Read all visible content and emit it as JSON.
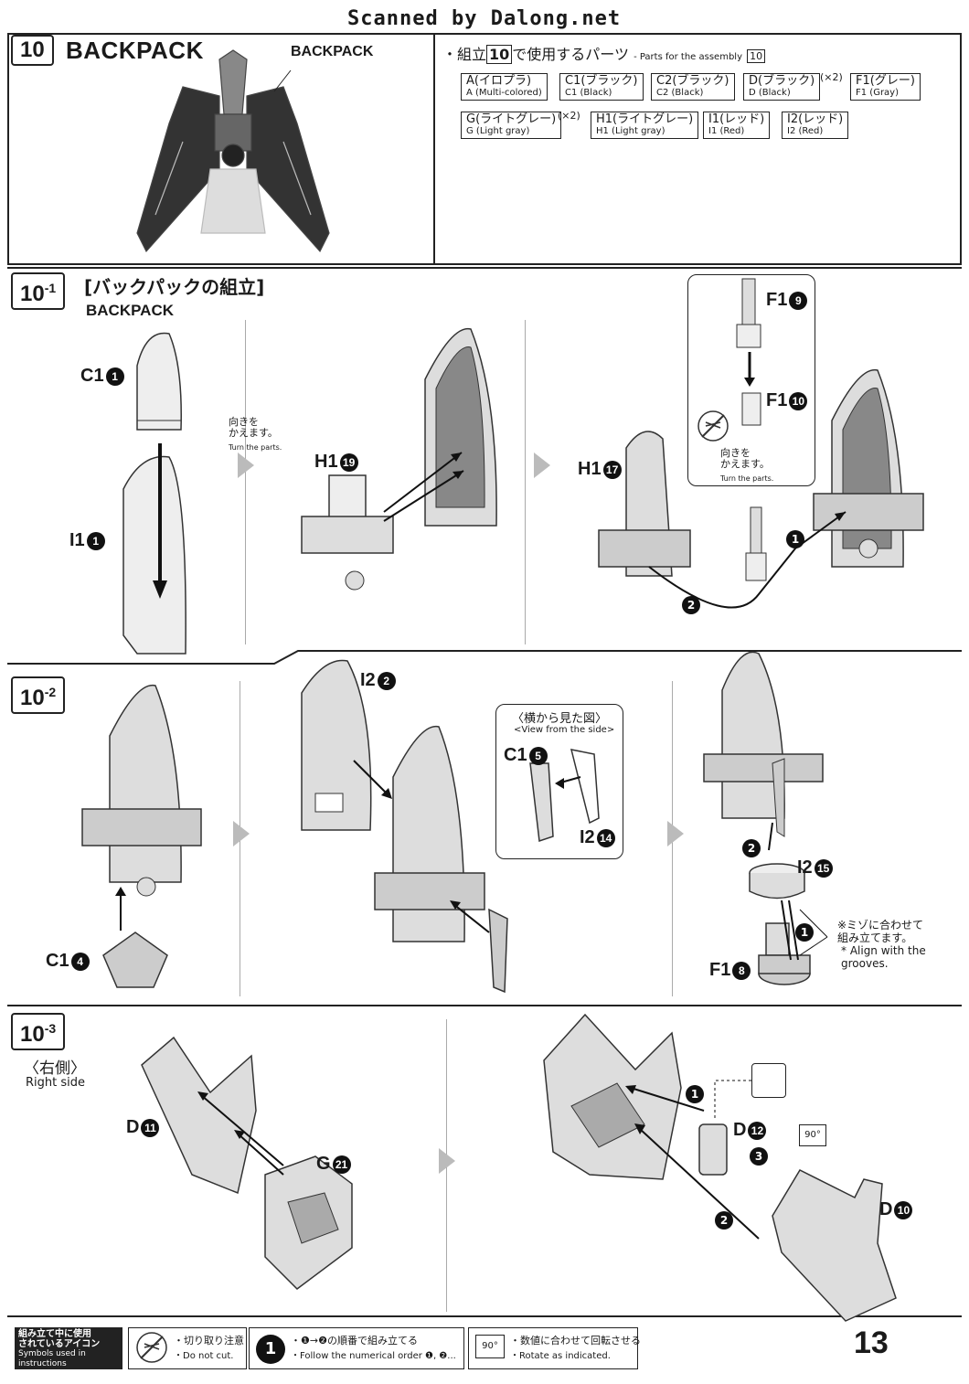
{
  "header": {
    "scan_credit": "Scanned by Dalong.net"
  },
  "section10": {
    "number": "10",
    "title": "BACKPACK",
    "callout": "BACKPACK",
    "parts_heading_jp": "・組立",
    "parts_heading_num": "10",
    "parts_heading_jp2": "で使用するパーツ",
    "parts_heading_en": "- Parts for the assembly",
    "parts_heading_en_num": "10",
    "parts": [
      {
        "jp": "A(イロプラ)",
        "en": "A (Multi-colored)",
        "mult": ""
      },
      {
        "jp": "C1(ブラック)",
        "en": "C1 (Black)",
        "mult": ""
      },
      {
        "jp": "C2(ブラック)",
        "en": "C2 (Black)",
        "mult": ""
      },
      {
        "jp": "D(ブラック)",
        "en": "D (Black)",
        "mult": "(×2)"
      },
      {
        "jp": "F1(グレー)",
        "en": "F1 (Gray)",
        "mult": ""
      },
      {
        "jp": "G(ライトグレー)",
        "en": "G (Light gray)",
        "mult": "(×2)"
      },
      {
        "jp": "H1(ライトグレー)",
        "en": "H1 (Light gray)",
        "mult": ""
      },
      {
        "jp": "I1(レッド)",
        "en": "I1 (Red)",
        "mult": ""
      },
      {
        "jp": "I2(レッド)",
        "en": "I2 (Red)",
        "mult": ""
      }
    ]
  },
  "step10_1": {
    "number": "10",
    "sub": "-1",
    "title_jp": "[バックパックの組立]",
    "label_backpack": "BACKPACK",
    "turn_jp": "向きを\nかえます。",
    "turn_en": "Turn the parts.",
    "parts": {
      "c1": "C1",
      "c1_n": "1",
      "i1": "I1",
      "i1_n": "1",
      "h1a": "H1",
      "h1a_n": "19",
      "h1b": "H1",
      "h1b_n": "17",
      "f1a": "F1",
      "f1a_n": "9",
      "f1b": "F1",
      "f1b_n": "10"
    },
    "order1": "1",
    "order2": "2"
  },
  "step10_2": {
    "number": "10",
    "sub": "-2",
    "view_jp": "〈横から見た図〉",
    "view_en": "<View from the side>",
    "parts": {
      "c1a": "C1",
      "c1a_n": "4",
      "i2a": "I2",
      "i2a_n": "2",
      "c1b": "C1",
      "c1b_n": "5",
      "i2b": "I2",
      "i2b_n": "14",
      "i2c": "I2",
      "i2c_n": "15",
      "f1": "F1",
      "f1_n": "8"
    },
    "order1": "1",
    "order2": "2",
    "note_jp": "※ミゾに合わせて\n組み立てます。",
    "note_en": "* Align with the\ngrooves."
  },
  "step10_3": {
    "number": "10",
    "sub": "-3",
    "side_jp": "〈右側〉",
    "side_en": "Right side",
    "parts": {
      "d11": "D",
      "d11_n": "11",
      "g21": "G",
      "g21_n": "21",
      "d12": "D",
      "d12_n": "12",
      "d10": "D",
      "d10_n": "10"
    },
    "rotate": "90°",
    "order1": "1",
    "order2": "2",
    "order3": "3"
  },
  "footer": {
    "icons_title_jp": "組み立て中に使用\nされているアイコン",
    "icons_title_en": "Symbols used in instructions",
    "cut_jp": "・切り取り注意",
    "cut_en": "・Do not cut.",
    "order_jp": "・❶→❷の順番で組み立てる",
    "order_en": "・Follow the numerical order ❶, ❷...",
    "order_icon": "1",
    "rotate_icon": "90°",
    "rotate_jp": "・数値に合わせて回転させる",
    "rotate_en": "・Rotate as indicated.",
    "page_number": "13"
  }
}
